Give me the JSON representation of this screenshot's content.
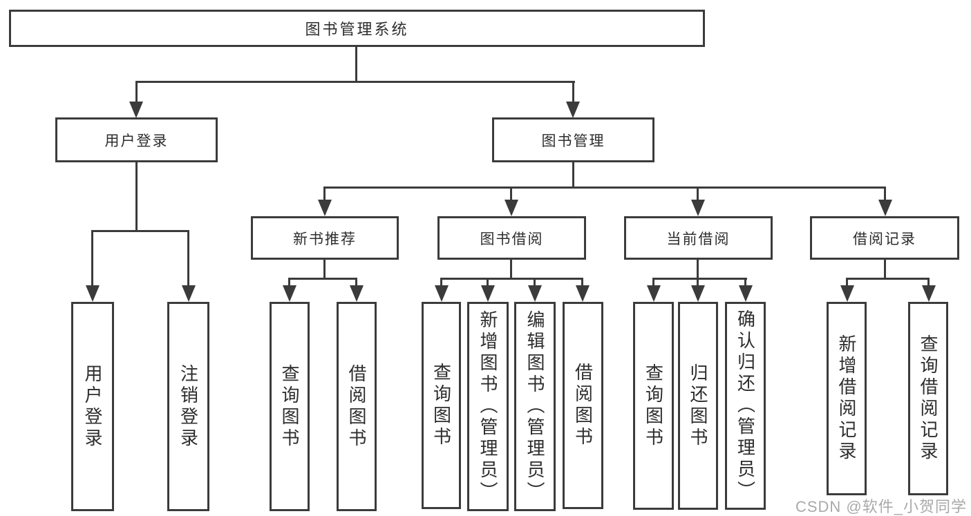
{
  "diagram_title": "图书管理系统",
  "tree": {
    "label": "图书管理系统",
    "children": [
      {
        "label": "用户登录",
        "children": [
          {
            "label": "用户登录"
          },
          {
            "label": "注销登录"
          }
        ]
      },
      {
        "label": "图书管理",
        "children": [
          {
            "label": "新书推荐",
            "children": [
              {
                "label": "查询图书"
              },
              {
                "label": "借阅图书"
              }
            ]
          },
          {
            "label": "图书借阅",
            "children": [
              {
                "label": "查询图书"
              },
              {
                "label": "新增图书（管理员）"
              },
              {
                "label": "编辑图书（管理员）"
              },
              {
                "label": "借阅图书"
              }
            ]
          },
          {
            "label": "当前借阅",
            "children": [
              {
                "label": "查询图书"
              },
              {
                "label": "归还图书"
              },
              {
                "label": "确认归还（管理员）"
              }
            ]
          },
          {
            "label": "借阅记录",
            "children": [
              {
                "label": "新增借阅记录"
              },
              {
                "label": "查询借阅记录"
              }
            ]
          }
        ]
      }
    ]
  },
  "watermark": "CSDN @软件_小贺同学",
  "colors": {
    "line": "#3b3b3b",
    "text": "#2d2d2d",
    "background": "#ffffff",
    "watermark": "#a9a9a9"
  }
}
